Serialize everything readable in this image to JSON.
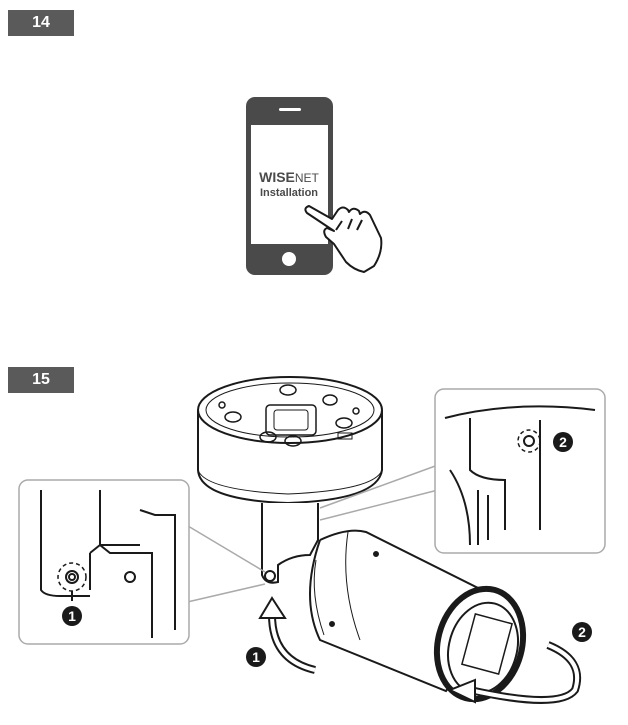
{
  "steps": [
    {
      "number": "14"
    },
    {
      "number": "15"
    }
  ],
  "phone": {
    "brand_prefix": "WISE",
    "brand_suffix": "NET",
    "screen_label": "Installation"
  },
  "callouts": {
    "one": "1",
    "two": "2"
  },
  "colors": {
    "badge": "#5a5a5a",
    "phone_body": "#4a4a4a",
    "ink": "#1a1a1a"
  }
}
